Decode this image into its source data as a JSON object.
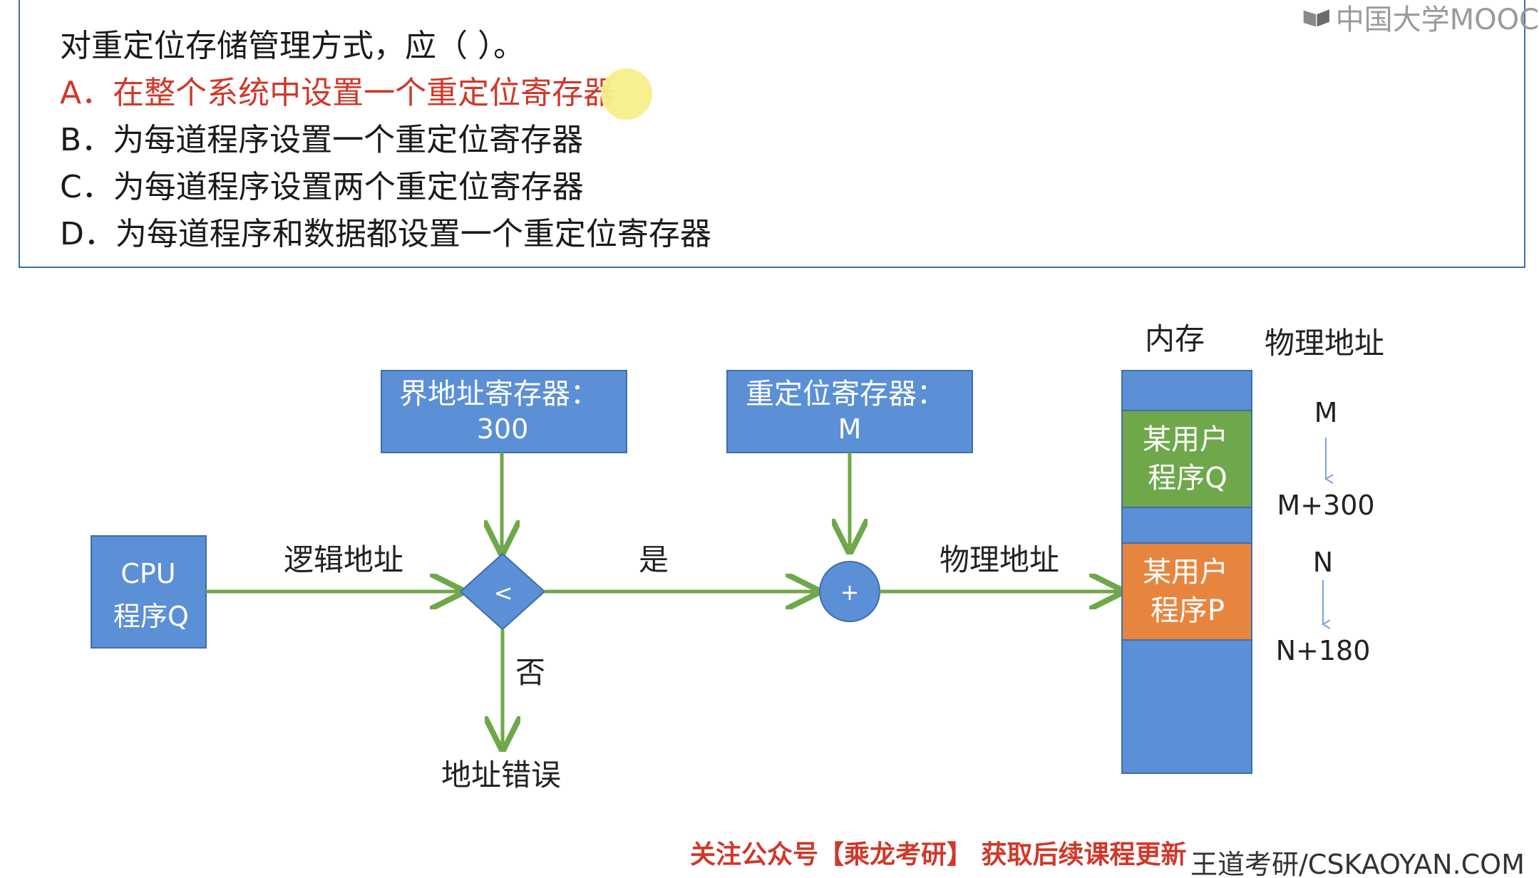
{
  "question": {
    "stem": "对重定位存储管理方式，应（    ）。",
    "options": [
      {
        "text": "A．在整个系统中设置一个重定位寄存器",
        "correct": true
      },
      {
        "text": "B．为每道程序设置一个重定位寄存器",
        "correct": false
      },
      {
        "text": "C．为每道程序设置两个重定位寄存器",
        "correct": false
      },
      {
        "text": "D．为每道程序和数据都设置一个重定位寄存器",
        "correct": false
      }
    ]
  },
  "branding": {
    "mooc_logo": "中国大学MOOC",
    "footer_promo": "关注公众号【乘龙考研】 获取后续课程更新",
    "footer_site": "王道考研/CSKAOYAN.COM"
  },
  "diagram": {
    "cpu": {
      "line1": "CPU",
      "line2": "程序Q"
    },
    "logical_address_label": "逻辑地址",
    "bound_register": {
      "line1": "界地址寄存器：",
      "line2": "300"
    },
    "compare_symbol": "<",
    "yes_label": "是",
    "no_label": "否",
    "address_error": "地址错误",
    "relocation_register": {
      "line1": "重定位寄存器：",
      "line2": "M"
    },
    "adder_symbol": "+",
    "physical_address_label": "物理地址",
    "memory_header": "内存",
    "physical_address_header": "物理地址",
    "program_q": {
      "line1": "某用户",
      "line2": "程序Q"
    },
    "program_p": {
      "line1": "某用户",
      "line2": "程序P"
    },
    "addr_m": "M",
    "addr_m300": "M+300",
    "addr_n": "N",
    "addr_n180": "N+180"
  },
  "colors": {
    "box_blue": "#5b8fd6",
    "box_border": "#3f6fa8",
    "arrow_green": "#6fa84a",
    "program_q_green": "#6ea84a",
    "program_p_orange": "#e7853f",
    "correct_red": "#d0382a"
  }
}
